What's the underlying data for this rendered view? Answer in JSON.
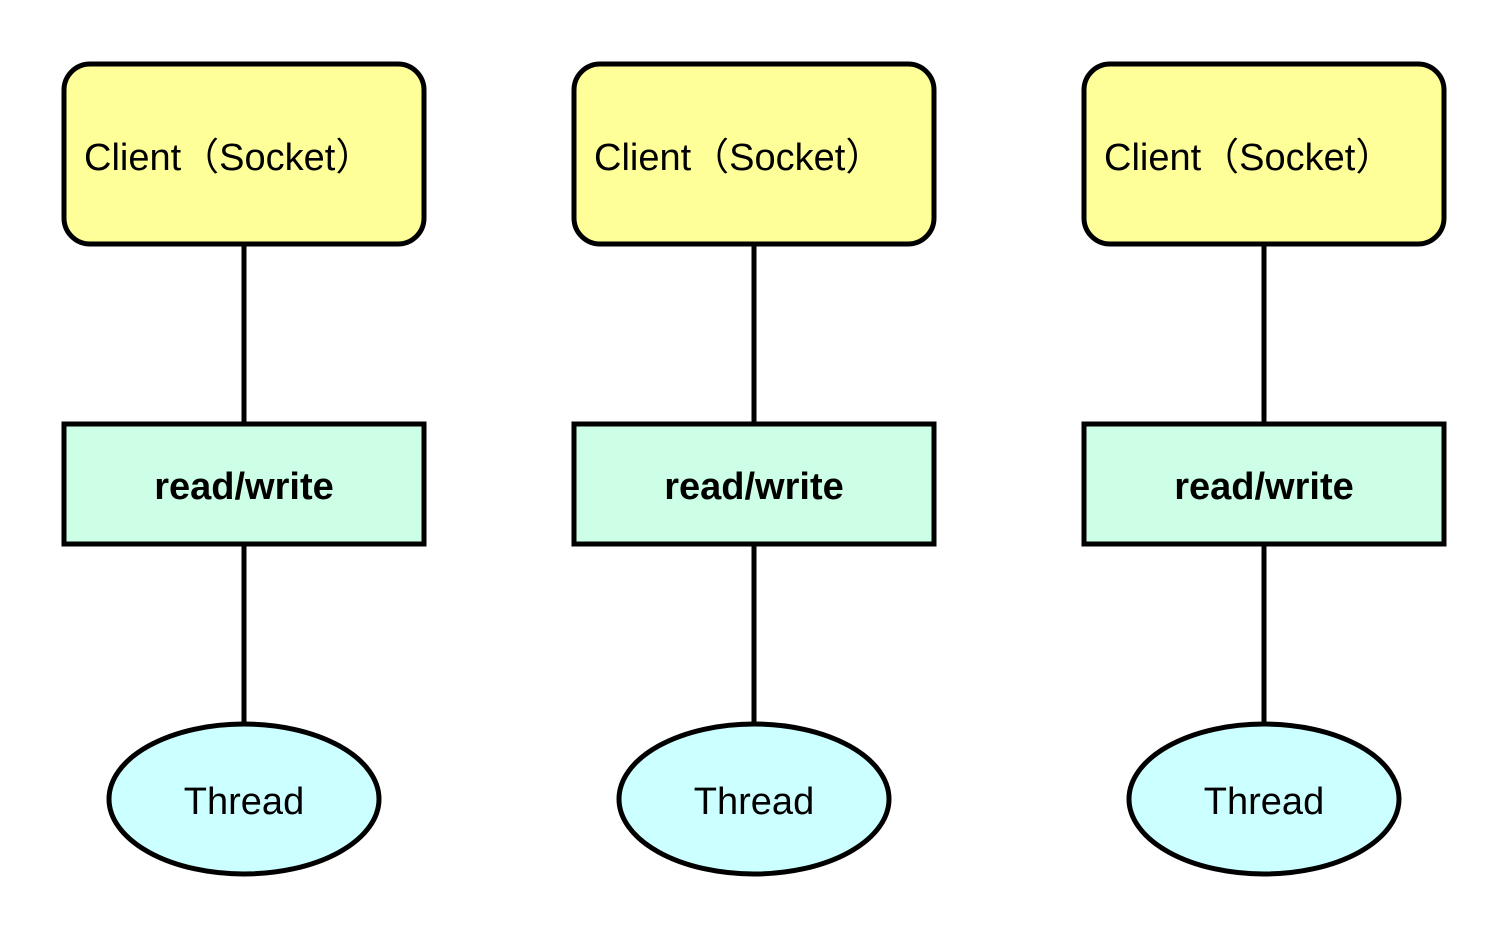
{
  "colors": {
    "client_fill": "#ffff99",
    "io_fill": "#ccffe6",
    "thread_fill": "#ccffff",
    "stroke": "#000000",
    "background": "#ffffff"
  },
  "columns": [
    {
      "client_label": "Client（Socket）",
      "io_label": "read/write",
      "thread_label": "Thread"
    },
    {
      "client_label": "Client（Socket）",
      "io_label": "read/write",
      "thread_label": "Thread"
    },
    {
      "client_label": "Client（Socket）",
      "io_label": "read/write",
      "thread_label": "Thread"
    }
  ]
}
